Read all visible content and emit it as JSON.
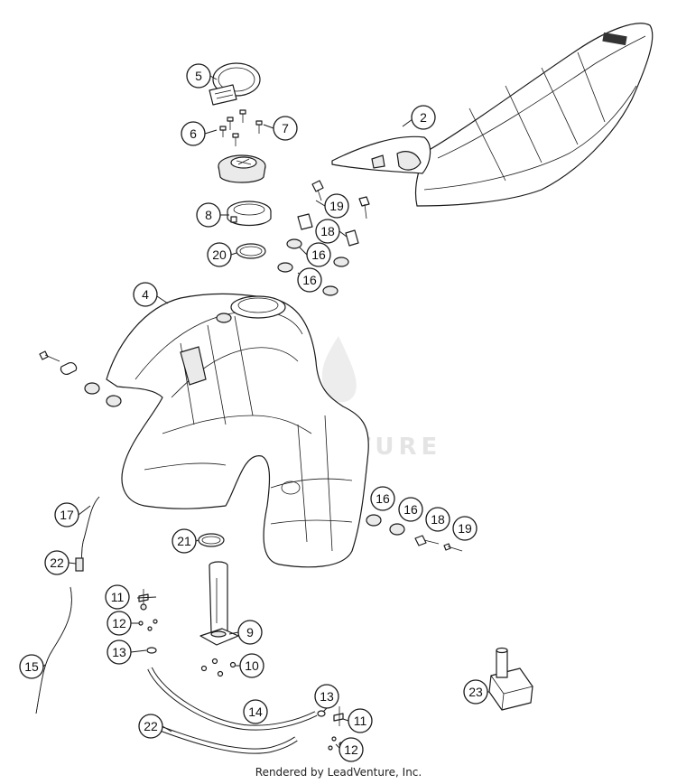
{
  "diagram": {
    "credit": "Rendered by LeadVenture, Inc.",
    "watermark": "VENTURE",
    "callouts": [
      "5",
      "2",
      "6",
      "7",
      "19",
      "8",
      "18",
      "20",
      "16",
      "16",
      "4",
      "16",
      "16",
      "18",
      "19",
      "17",
      "21",
      "22",
      "11",
      "9",
      "12",
      "13",
      "10",
      "15",
      "13",
      "14",
      "11",
      "23",
      "22",
      "12"
    ]
  }
}
